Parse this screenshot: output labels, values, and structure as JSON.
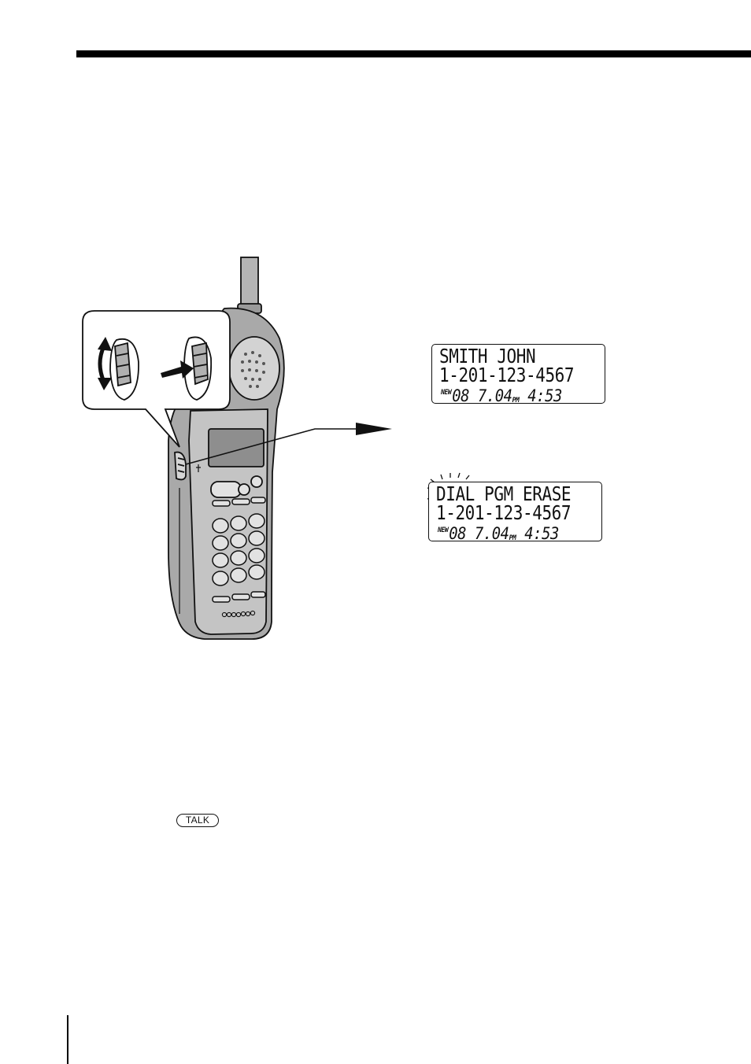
{
  "display_1": {
    "line1": "SMITH JOHN",
    "line2": "1-201-123-4567",
    "new_label": "NEW",
    "count": "08",
    "date": "7.04",
    "ampm": "PM",
    "time": "4:53"
  },
  "display_2": {
    "menu_dial": "DIAL",
    "menu_pgm": "PGM",
    "menu_erase": "ERASE",
    "line2": "1-201-123-4567",
    "new_label": "NEW",
    "count": "08",
    "date": "7.04",
    "ampm": "PM",
    "time": "4:53"
  },
  "talk_key_label": "TALK"
}
